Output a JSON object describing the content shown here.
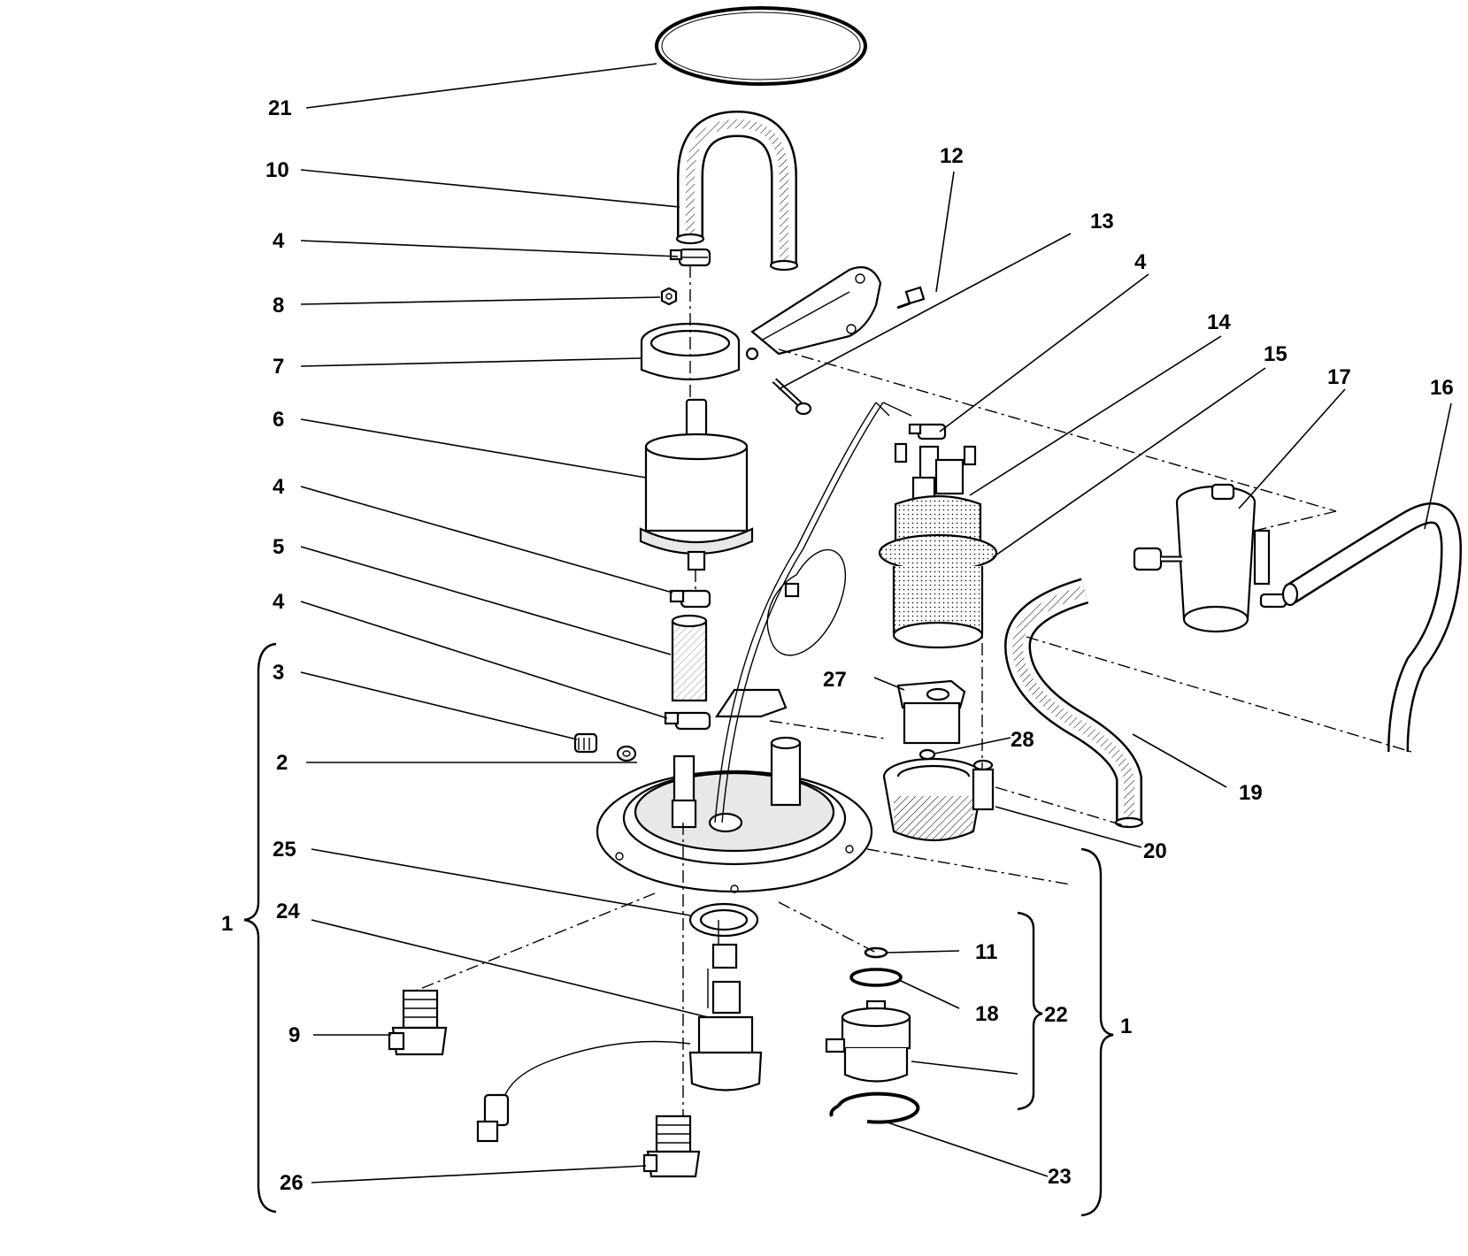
{
  "labels": {
    "l21": "21",
    "l10": "10",
    "l4a": "4",
    "l8": "8",
    "l7": "7",
    "l6": "6",
    "l4b": "4",
    "l5": "5",
    "l4c": "4",
    "l3": "3",
    "l2": "2",
    "l25": "25",
    "l24": "24",
    "l1a": "1",
    "l9": "9",
    "l26": "26",
    "l12": "12",
    "l13": "13",
    "l4d": "4",
    "l14": "14",
    "l15": "15",
    "l17": "17",
    "l16": "16",
    "l27": "27",
    "l28": "28",
    "l19": "19",
    "l20": "20",
    "l11": "11",
    "l18": "18",
    "l22": "22",
    "l1b": "1",
    "l23": "23"
  }
}
